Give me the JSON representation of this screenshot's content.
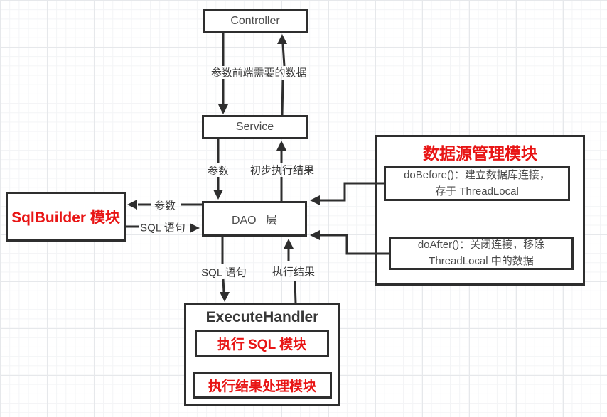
{
  "colors": {
    "accent_red": "#e81515",
    "line_color": "#2e2e2e",
    "node_text": "#4b4b4b"
  },
  "nodes": {
    "controller": {
      "label": "Controller"
    },
    "service": {
      "label": "Service"
    },
    "dao": {
      "label": "DAO 层"
    },
    "sqlbuilder": {
      "label": "SqlBuilder 模块"
    },
    "datasource": {
      "title": "数据源管理模块",
      "do_before_line1": "doBefore()：建立数据库连接，",
      "do_before_line2": "存于 ThreadLocal",
      "do_after_line1": "doAfter()：关闭连接，移除",
      "do_after_line2": "ThreadLocal 中的数据"
    },
    "execute_handler": {
      "title": "ExecuteHandler",
      "exec_sql_module": "执行 SQL 模块",
      "exec_result_module": "执行结果处理模块"
    }
  },
  "edge_labels": {
    "controller_down_param": "参数",
    "controller_up_result": "前端需要的数据",
    "service_down_param": "参数",
    "service_up_result": "初步执行结果",
    "dao_to_sqlbuilder": "参数",
    "sqlbuilder_to_dao": "SQL 语句",
    "dao_to_handler": "SQL 语句",
    "handler_to_dao": "执行结果"
  }
}
